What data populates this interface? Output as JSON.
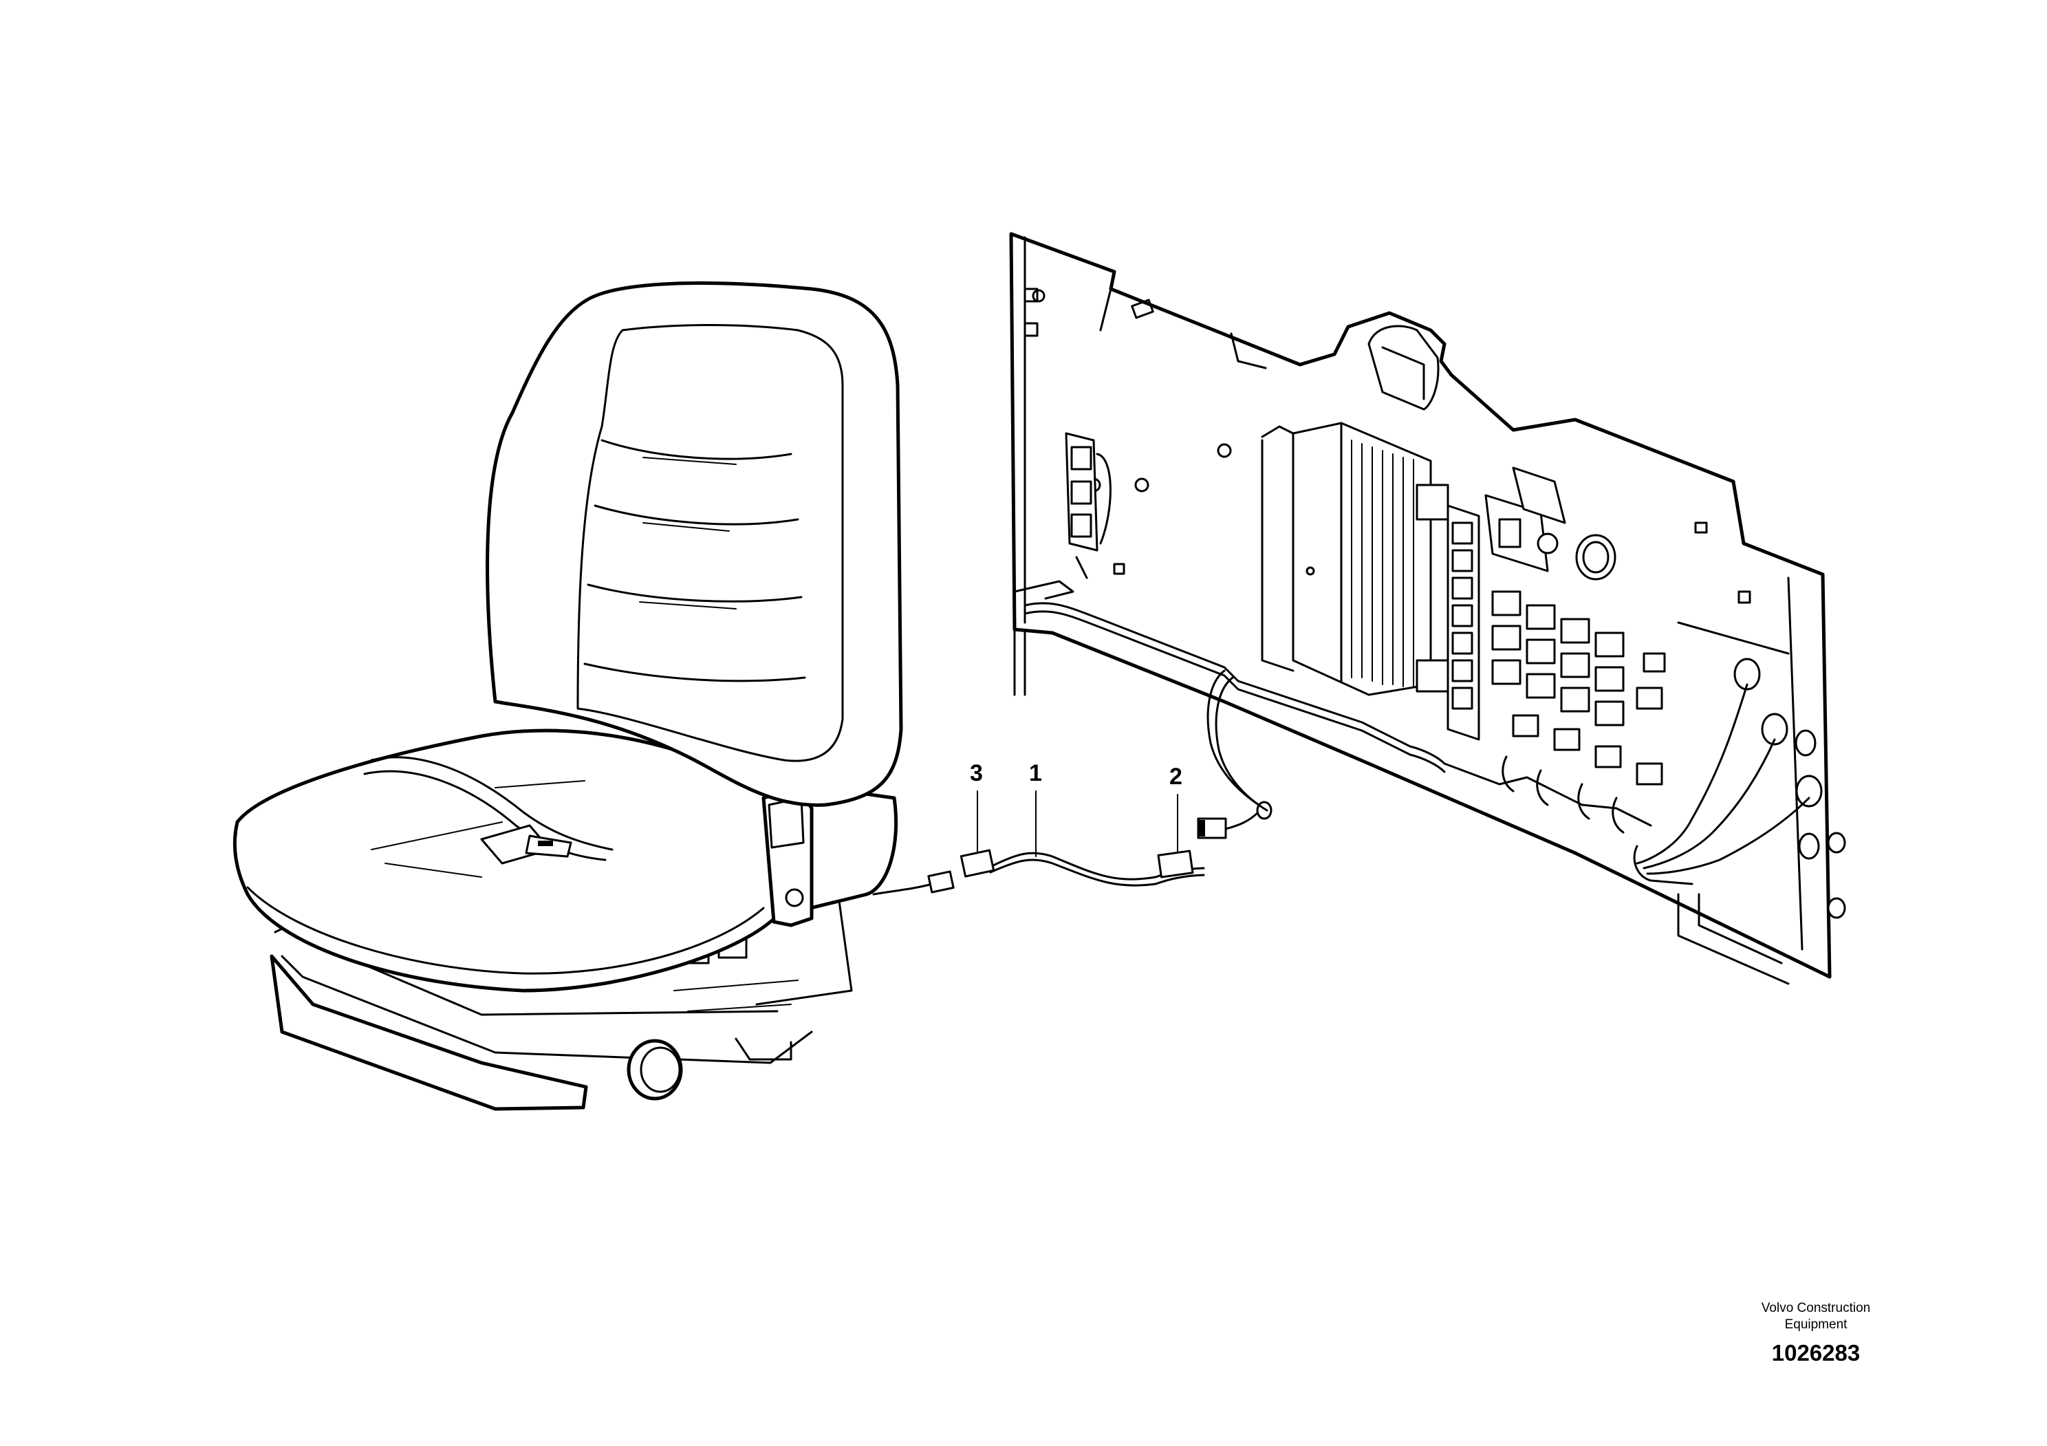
{
  "diagram": {
    "callouts": [
      {
        "id": "callout-3",
        "label": "3"
      },
      {
        "id": "callout-1",
        "label": "1"
      },
      {
        "id": "callout-2",
        "label": "2"
      }
    ]
  },
  "footer": {
    "maker_line1": "Volvo Construction",
    "maker_line2": "Equipment",
    "document_number": "1026283"
  }
}
